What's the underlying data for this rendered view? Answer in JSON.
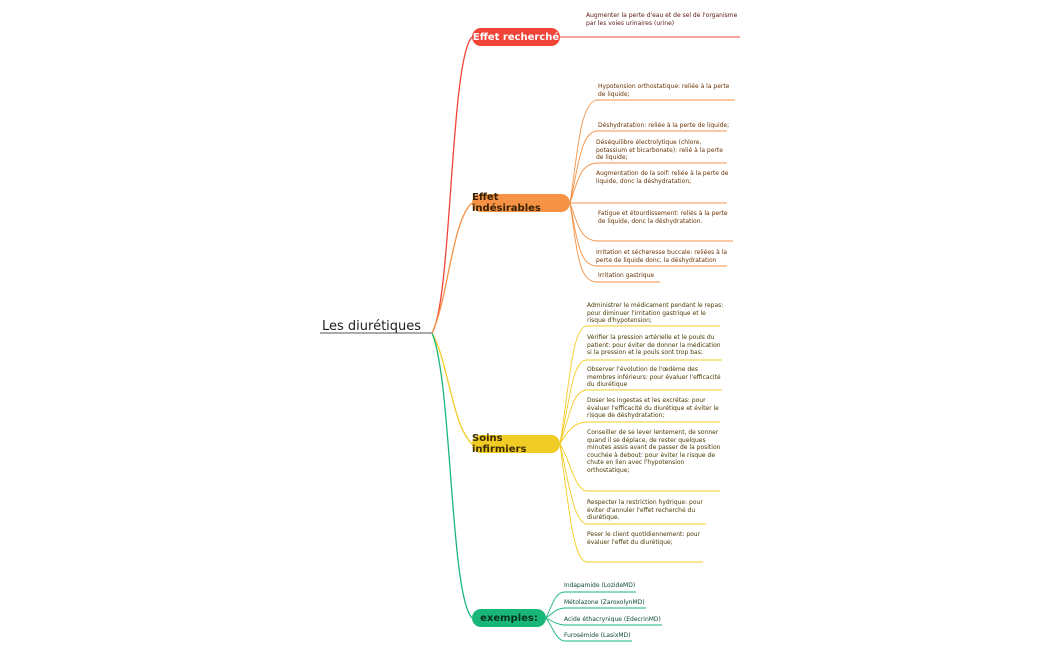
{
  "root": {
    "label": "Les diurétiques"
  },
  "colors": {
    "red": "#f04438",
    "orange": "#f59245",
    "yellow": "#f2cc26",
    "green": "#19b67a"
  },
  "branches": {
    "effet_recherche": {
      "label": "Effet recherché",
      "items": [
        "Augmenter la perte d'eau et de sel de l'organisme\npar les voies urinaires (urine)"
      ]
    },
    "effet_indesirables": {
      "label": "Effet indésirables",
      "items": [
        "Hypotension orthostatique: reliée à la perte\nde liquide;",
        "Déshydratation: reliée à la perte de liquide;",
        "Déséquilibre électrolytique (chlore,\npotassium et bicarbonate): relié à la perte\nde liquide;",
        "Augmentation de la soif: reliée à la perte de\nliquide, donc la déshydratation;",
        "Fatigue et étourdissement: reliés à la perte\nde liquide, donc la déshydratation.",
        "Irritation et sécheresse buccale: reliées à la\nperte de liquide donc, la déshydratation",
        "Irritation gastrique"
      ]
    },
    "soins_infirmiers": {
      "label": "Soins infirmiers",
      "items": [
        "Administrer le médicament pendant le repas:\npour diminuer l'irritation gastrique et le\nrisque d'hypotension;",
        "Vérifier la pression artérielle et le pouls du\npatient: pour éviter de donner la médication\nsi la pression et le pouls sont trop bas;",
        "Observer l'évolution de l'œdème des\nmembres inférieurs: pour évaluer l'efficacité\ndu diurétique",
        "Doser les ingestas et les excrétas: pour\névaluer l'efficacité du diurétique et éviter le\nrisque de déshydratation;",
        "Conseiller de se lever lentement, de sonner\nquand il se déplace, de rester quelques\nminutes assis avant de passer de la position\ncouchée à debout: pour éviter le risque de\nchute en lien avec l'hypotension\northostatique;",
        "Respecter la restriction hydrique: pour\néviter d'annuler l'effet recherché du\ndiurétique.",
        "Peser le client quotidiennement: pour\névaluer l'effet du diurétique;"
      ]
    },
    "exemples": {
      "label": "exemples:",
      "items": [
        "Indapamide (LozideMD)",
        "Métolazone (ZaroxolynMD)",
        "Acide éthacrynique (EdecrinMD)",
        "Furosémide (LasixMD)"
      ]
    }
  }
}
